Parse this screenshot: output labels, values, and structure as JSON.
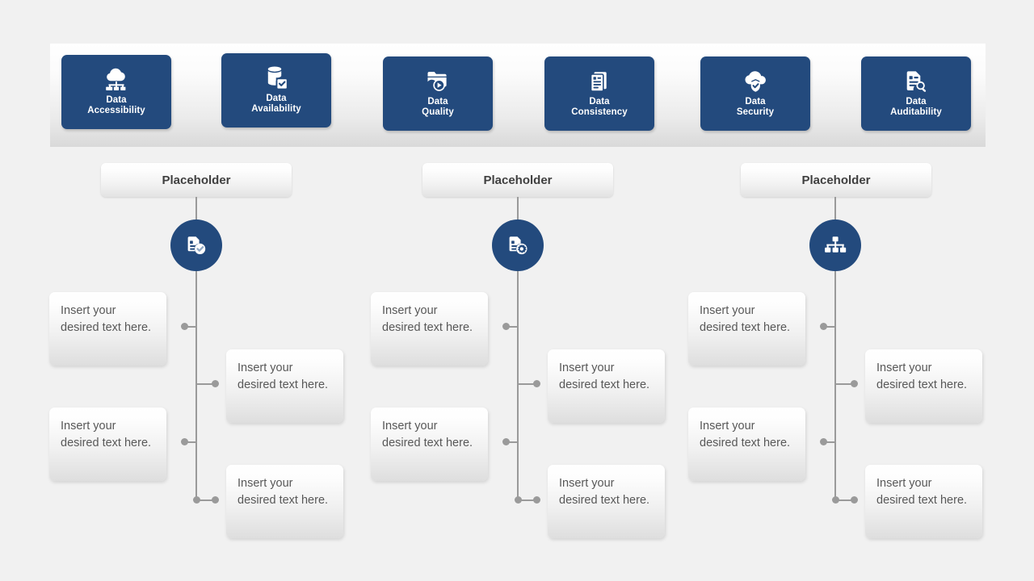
{
  "page": {
    "background_color": "#f1f1f1",
    "accent_color": "#234a7d",
    "connector_color": "#9a9a9a"
  },
  "banner": {
    "cards": [
      {
        "icon": "cloud-network-icon",
        "label": "Data\nAccessibility"
      },
      {
        "icon": "database-check-icon",
        "label": "Data\nAvailability"
      },
      {
        "icon": "folder-play-icon",
        "label": "Data\nQuality"
      },
      {
        "icon": "documents-stack-icon",
        "label": "Data\nConsistency"
      },
      {
        "icon": "cloud-shield-check-icon",
        "label": "Data\nSecurity"
      },
      {
        "icon": "document-search-icon",
        "label": "Data\nAuditability"
      }
    ]
  },
  "columns": [
    {
      "header": "Placeholder",
      "icon": "document-check-icon",
      "items": [
        {
          "text": "Insert your desired text here.",
          "side": "left"
        },
        {
          "text": "Insert your desired text here.",
          "side": "right"
        },
        {
          "text": "Insert your desired text here.",
          "side": "left"
        },
        {
          "text": "Insert your desired text here.",
          "side": "right"
        }
      ]
    },
    {
      "header": "Placeholder",
      "icon": "document-gear-icon",
      "items": [
        {
          "text": "Insert your desired text here.",
          "side": "left"
        },
        {
          "text": "Insert your desired text here.",
          "side": "right"
        },
        {
          "text": "Insert your desired text here.",
          "side": "left"
        },
        {
          "text": "Insert your desired text here.",
          "side": "right"
        }
      ]
    },
    {
      "header": "Placeholder",
      "icon": "hierarchy-icon",
      "items": [
        {
          "text": "Insert your desired text here.",
          "side": "left"
        },
        {
          "text": "Insert your desired text here.",
          "side": "right"
        },
        {
          "text": "Insert your desired text here.",
          "side": "left"
        },
        {
          "text": "Insert your desired text here.",
          "side": "right"
        }
      ]
    }
  ]
}
